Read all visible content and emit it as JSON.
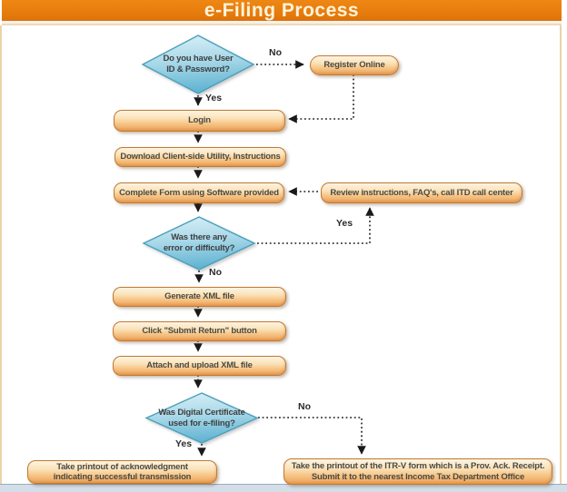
{
  "page": {
    "title": "e-Filing Process"
  },
  "colors": {
    "header_bg": "#E87D0E",
    "header_text": "#FFF3D9",
    "process_box_top": "#FDF4E2",
    "process_box_bottom": "#EFA358",
    "process_border": "#C17A33",
    "decision_top": "#D7EDF5",
    "decision_bottom": "#66B5D2",
    "decision_border": "#49A0BC",
    "connector": "#1A1A1A",
    "footer_strip": "#D3DEE8"
  },
  "flowchart": {
    "decisions": {
      "user_id": {
        "lines": [
          "Do you have User",
          "ID & Password?"
        ]
      },
      "error": {
        "lines": [
          "Was there any",
          "error or difficulty?"
        ]
      },
      "certificate": {
        "lines": [
          "Was Digital Certificate",
          "used for e-filing?"
        ]
      }
    },
    "processes": {
      "register": "Register Online",
      "login": "Login",
      "download": "Download Client-side Utility, Instructions",
      "complete_form": "Complete Form using Software provided",
      "review": "Review instructions, FAQ's, call ITD call center",
      "generate_xml": "Generate XML file",
      "submit_return": "Click \"Submit Return\" button",
      "attach_upload": "Attach and upload XML file",
      "ack_printout": {
        "lines": [
          "Take printout of acknowledgment",
          "indicating successful transmission"
        ]
      },
      "itrv_printout": {
        "lines": [
          "Take the printout of the ITR-V form which is a Prov. Ack. Receipt.",
          "Submit it to the nearest Income Tax Department Office"
        ]
      }
    },
    "edge_labels": {
      "no_register": "No",
      "yes_login": "Yes",
      "yes_review": "Yes",
      "no_generate": "No",
      "no_itrv": "No",
      "yes_ack": "Yes"
    }
  }
}
